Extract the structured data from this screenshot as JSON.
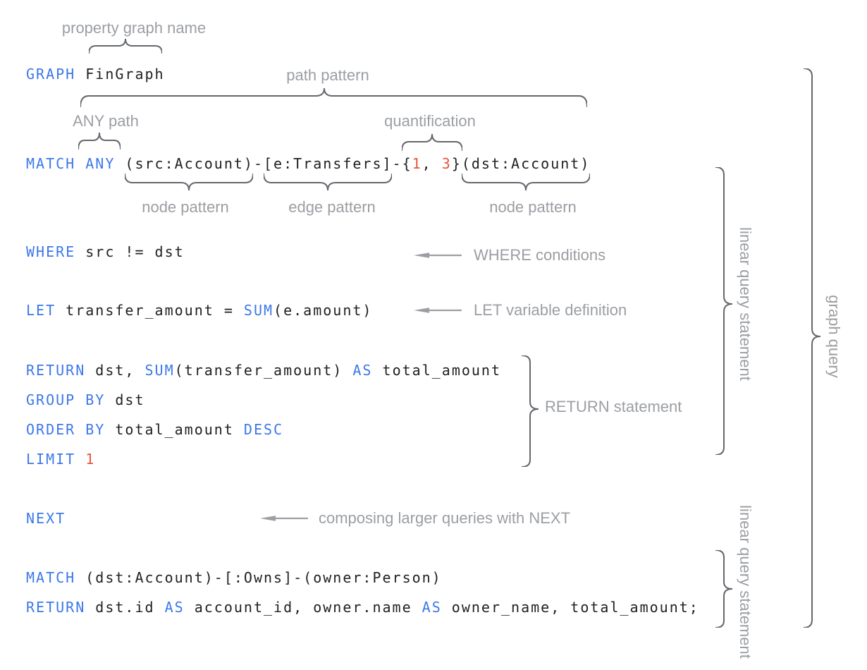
{
  "colors": {
    "keyword_blue": "#3c78e9",
    "number_red": "#e8533b",
    "code_black": "#202124",
    "annotation_gray": "#9b9ea3",
    "brace_gray": "#64676c",
    "background": "#ffffff"
  },
  "labels": {
    "property_graph_name": "property graph name",
    "path_pattern": "path pattern",
    "any_path": "ANY path",
    "quantification": "quantification",
    "node_pattern_src": "node pattern",
    "edge_pattern": "edge pattern",
    "node_pattern_dst": "node pattern",
    "where_conditions": "WHERE conditions",
    "let_variable_definition": "LET variable definition",
    "return_statement": "RETURN statement",
    "next_composition": "composing larger queries with NEXT",
    "linear_query_statement_top": "linear query statement",
    "linear_query_statement_bottom": "linear query statement",
    "graph_query": "graph query"
  },
  "code": {
    "l1": [
      "GRAPH ",
      "FinGraph"
    ],
    "l2": [
      "MATCH ANY ",
      "(src:Account)-[e:Transfers]-{",
      "1",
      ", ",
      "3",
      "}(dst:Account)"
    ],
    "l3": [
      "WHERE ",
      "src != dst"
    ],
    "l4": [
      "LET ",
      "transfer_amount = ",
      "SUM",
      "(e.amount)"
    ],
    "l5": [
      "RETURN ",
      "dst, ",
      "SUM",
      "(transfer_amount) ",
      "AS",
      " total_amount"
    ],
    "l6": [
      "GROUP BY ",
      "dst"
    ],
    "l7": [
      "ORDER BY ",
      "total_amount ",
      "DESC"
    ],
    "l8": [
      "LIMIT ",
      "1"
    ],
    "l9": [
      "NEXT"
    ],
    "l10": [
      "MATCH ",
      "(dst:Account)-[:Owns]-(owner:Person)"
    ],
    "l11": [
      "RETURN ",
      "dst.id ",
      "AS",
      " account_id, owner.name ",
      "AS",
      " owner_name, total_amount;"
    ]
  }
}
